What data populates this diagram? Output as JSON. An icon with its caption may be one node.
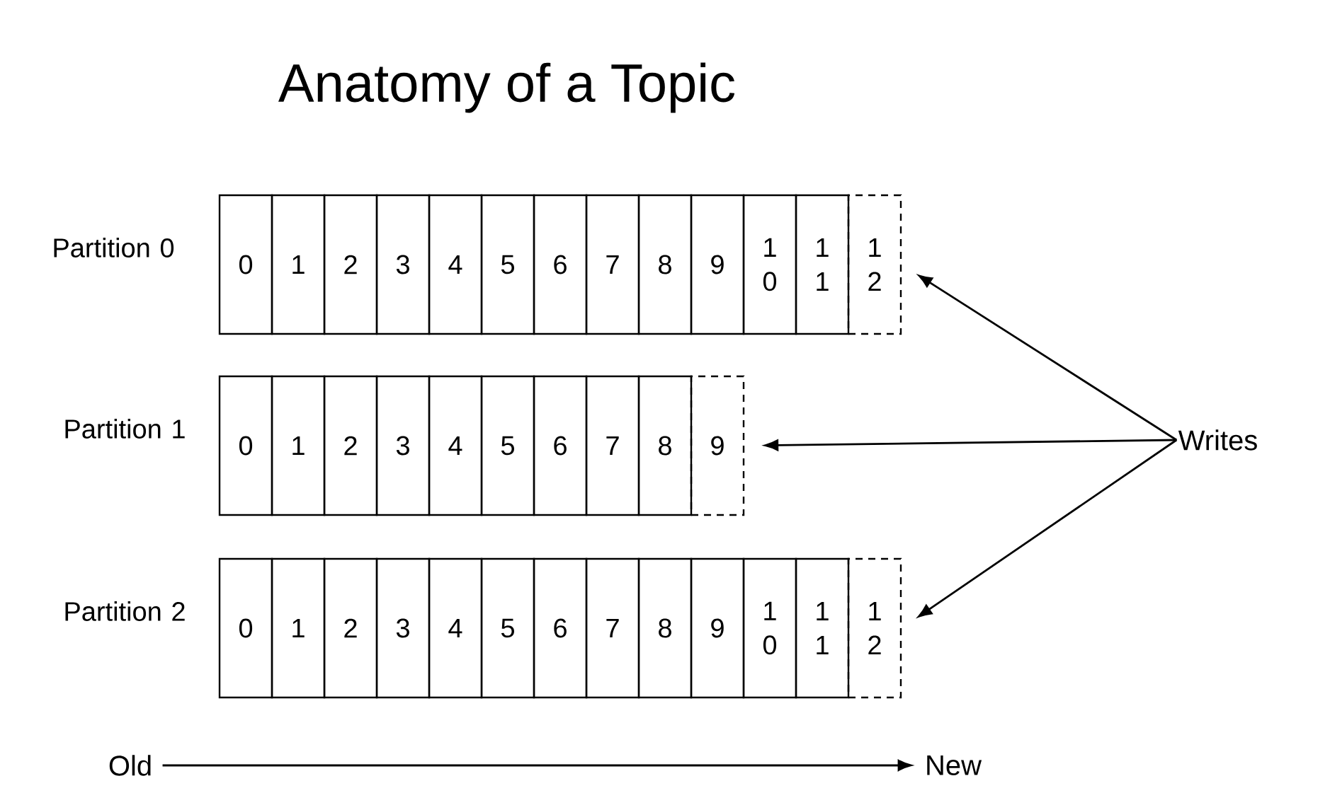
{
  "diagram": {
    "title": "Anatomy of a Topic",
    "nodes": [
      {
        "text": [
          "0"
        ]
      },
      {
        "text": [
          "1"
        ]
      },
      {
        "text": [
          "2"
        ]
      },
      {
        "text": [
          "3"
        ]
      },
      {
        "text": [
          "4"
        ]
      },
      {
        "text": [
          "5"
        ]
      },
      {
        "text": [
          "6"
        ]
      },
      {
        "text": [
          "7"
        ]
      },
      {
        "text": [
          "8"
        ]
      },
      {
        "text": [
          "9"
        ]
      },
      {
        "text": [
          "1 0"
        ]
      },
      {
        "text": [
          "1 1"
        ]
      },
      {
        "text": [
          "1 2"
        ]
      },
      {
        "text": [
          "0"
        ]
      },
      {
        "text": [
          "1"
        ]
      },
      {
        "text": [
          "2"
        ]
      },
      {
        "text": [
          "3"
        ]
      },
      {
        "text": [
          "4"
        ]
      },
      {
        "text": [
          "5"
        ]
      },
      {
        "text": [
          "6"
        ]
      },
      {
        "text": [
          "7"
        ]
      },
      {
        "text": [
          "8"
        ]
      },
      {
        "text": [
          "9"
        ]
      },
      {
        "text": [
          "Writes"
        ]
      },
      {
        "text": [
          "0"
        ]
      },
      {
        "text": [
          "1"
        ]
      },
      {
        "text": [
          "2"
        ]
      },
      {
        "text": [
          "3"
        ]
      },
      {
        "text": [
          "4"
        ]
      },
      {
        "text": [
          "5"
        ]
      },
      {
        "text": [
          "6"
        ]
      },
      {
        "text": [
          "7"
        ]
      },
      {
        "text": [
          "8"
        ]
      },
      {
        "text": [
          "9"
        ]
      },
      {
        "text": [
          "1 0"
        ]
      },
      {
        "text": [
          "1 1"
        ]
      },
      {
        "text": [
          "1 2"
        ]
      },
      {
        "text": [
          "Old"
        ]
      },
      {
        "text": [
          "New"
        ]
      }
    ],
    "edges": [
      {
        "from": 23,
        "to": 12,
        "arrow": "to"
      },
      {
        "from": 23,
        "to": 22,
        "arrow": "to"
      },
      {
        "from": 23,
        "to": 36,
        "arrow": "to"
      },
      {
        "from": 37,
        "to": 38,
        "arrow": "to"
      }
    ],
    "labels": [
      "Partition 0",
      "Partition 1",
      "Partition 2"
    ]
  }
}
